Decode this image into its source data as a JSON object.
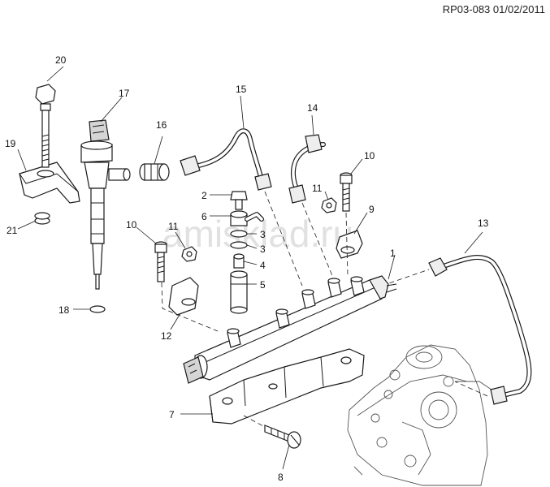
{
  "header": {
    "ref_code": "RP03-083 01/02/2011"
  },
  "watermark": {
    "text": "amisklad.ru"
  },
  "callouts": [
    {
      "id": "c1",
      "label": "1"
    },
    {
      "id": "c2",
      "label": "2"
    },
    {
      "id": "c3a",
      "label": "3"
    },
    {
      "id": "c3b",
      "label": "3"
    },
    {
      "id": "c4",
      "label": "4"
    },
    {
      "id": "c5",
      "label": "5"
    },
    {
      "id": "c6",
      "label": "6"
    },
    {
      "id": "c7",
      "label": "7"
    },
    {
      "id": "c8",
      "label": "8"
    },
    {
      "id": "c9",
      "label": "9"
    },
    {
      "id": "c10a",
      "label": "10"
    },
    {
      "id": "c10b",
      "label": "10"
    },
    {
      "id": "c11a",
      "label": "11"
    },
    {
      "id": "c11b",
      "label": "11"
    },
    {
      "id": "c12",
      "label": "12"
    },
    {
      "id": "c13",
      "label": "13"
    },
    {
      "id": "c14",
      "label": "14"
    },
    {
      "id": "c15",
      "label": "15"
    },
    {
      "id": "c16",
      "label": "16"
    },
    {
      "id": "c17",
      "label": "17"
    },
    {
      "id": "c18",
      "label": "18"
    },
    {
      "id": "c19",
      "label": "19"
    },
    {
      "id": "c20",
      "label": "20"
    },
    {
      "id": "c21",
      "label": "21"
    }
  ]
}
